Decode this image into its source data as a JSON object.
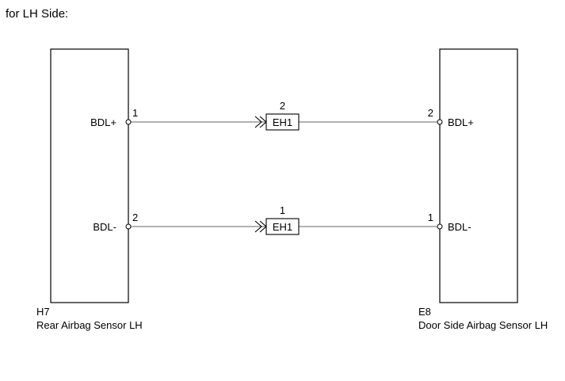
{
  "heading": "for LH Side:",
  "left_component": {
    "code": "H7",
    "name": "Rear Airbag Sensor LH",
    "pins": [
      {
        "label": "BDL+",
        "number": "1"
      },
      {
        "label": "BDL-",
        "number": "2"
      }
    ]
  },
  "right_component": {
    "code": "E8",
    "name": "Door Side Airbag Sensor LH",
    "pins": [
      {
        "label": "BDL+",
        "number": "2"
      },
      {
        "label": "BDL-",
        "number": "1"
      }
    ]
  },
  "connectors": [
    {
      "label": "EH1",
      "pin": "2"
    },
    {
      "label": "EH1",
      "pin": "1"
    }
  ]
}
